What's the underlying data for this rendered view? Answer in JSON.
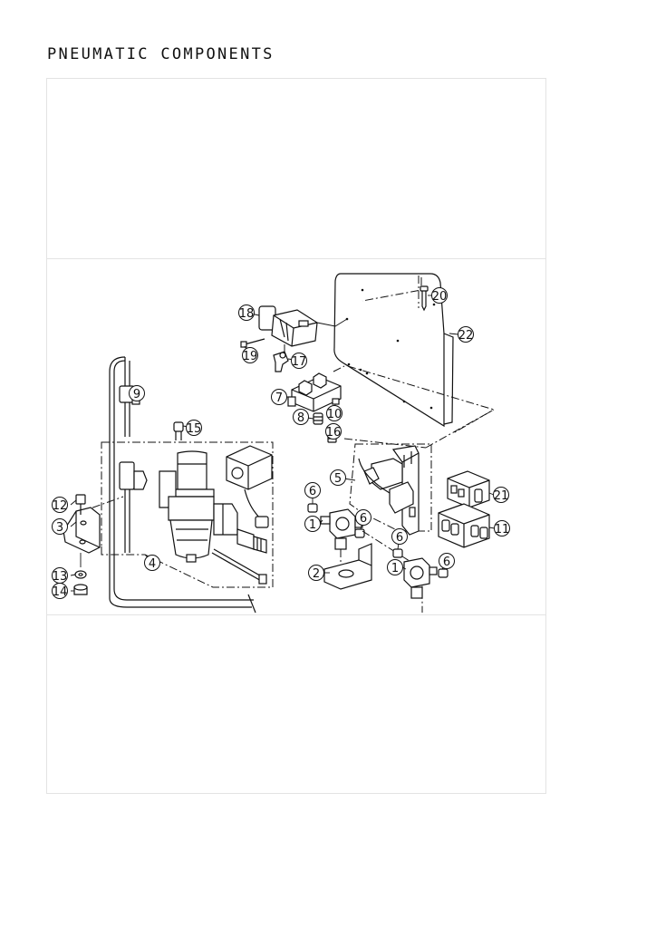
{
  "header": {
    "title": "PNEUMATIC COMPONENTS"
  },
  "callouts": [
    "1",
    "1",
    "2",
    "3",
    "4",
    "5",
    "6",
    "6",
    "6",
    "6",
    "7",
    "8",
    "9",
    "10",
    "11",
    "12",
    "13",
    "14",
    "15",
    "16",
    "17",
    "18",
    "19",
    "20",
    "21",
    "22"
  ]
}
